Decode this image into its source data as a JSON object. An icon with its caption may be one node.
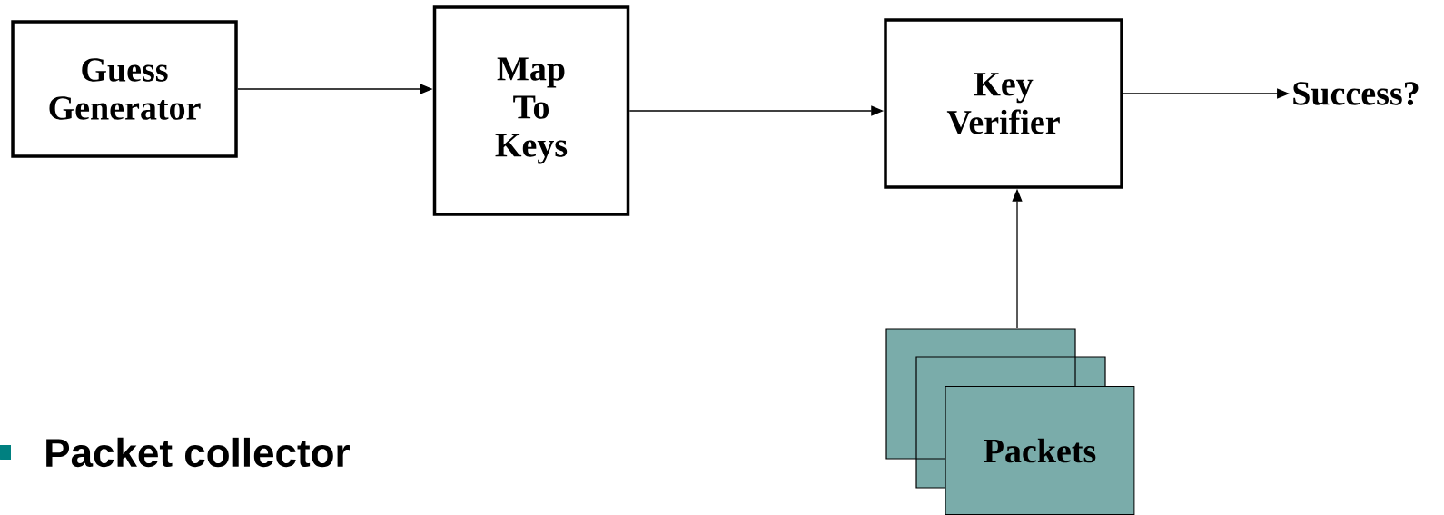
{
  "diagram": {
    "nodes": [
      {
        "text": [
          "Guess Generator"
        ]
      },
      {
        "text": [
          "Map To Keys"
        ]
      },
      {
        "text": [
          "Key Verifier"
        ]
      },
      {
        "text": [
          "Success?"
        ]
      },
      {
        "text": [
          "Packets"
        ]
      }
    ],
    "edges": [
      {
        "from": 0,
        "to": 1,
        "arrow": "to"
      },
      {
        "from": 1,
        "to": 2,
        "arrow": "to"
      },
      {
        "from": 2,
        "to": 3,
        "arrow": "to"
      },
      {
        "from": 4,
        "to": 2,
        "arrow": "to"
      }
    ],
    "labels": [
      "Packet collector"
    ]
  }
}
